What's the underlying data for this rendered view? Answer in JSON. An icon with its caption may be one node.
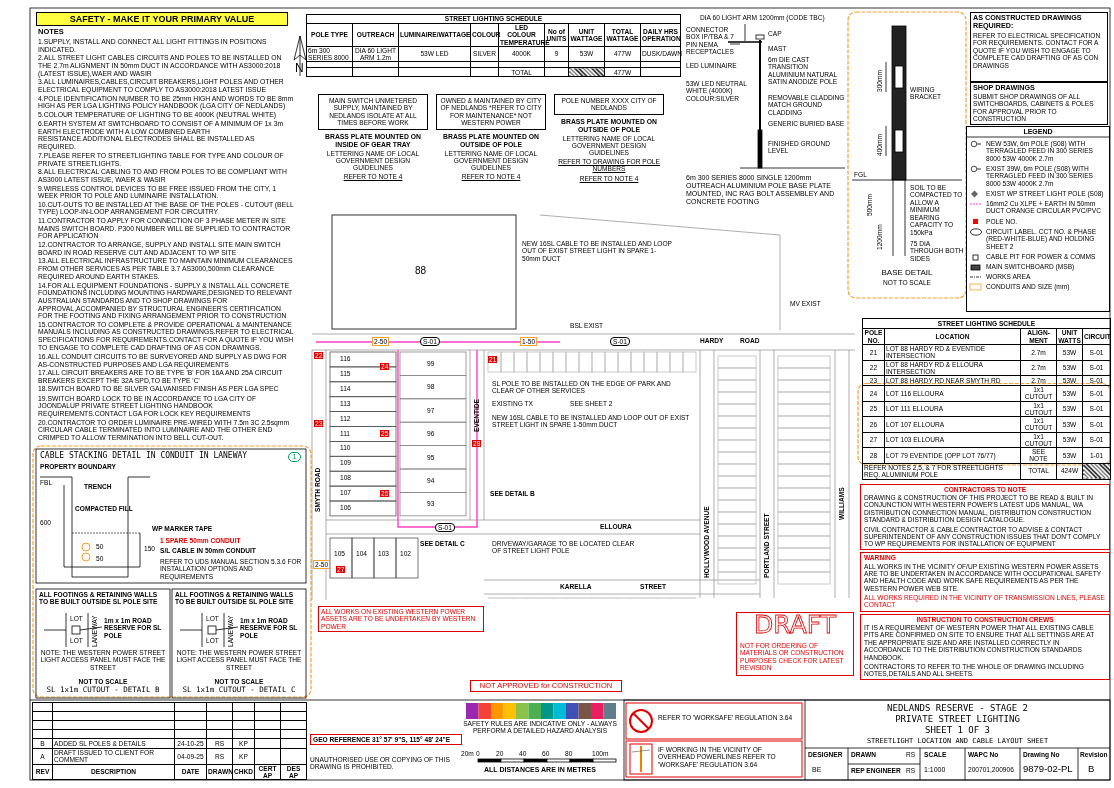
{
  "diagram": {
    "title": "NEDLANDS RESERVE - STAGE 2",
    "labels": [
      "SAFETY - MAKE IT YOUR PRIMARY VALUE",
      "NOTES",
      "1.SUPPLY, INSTALL AND CONNECT ALL LIGHT FITTINGS IN POSITIONS INDICATED.",
      "2.ALL STREET LIGHT CABLES CIRCUITS AND POLES TO BE INSTALLED ON THE 2.7m ALIGNMENT IN 50mm DUCT IN ACCORDANCE WITH AS3000:2018 (LATEST ISSUE),WAER AND WASIR",
      "3.ALL LUMINAIRES,CABLES,CIRCUIT BREAKERS,LIGHT POLES AND OTHER ELECTRICAL EQUIPMENT TO COMPLY TO AS3000:2018 LATEST ISSUE",
      "4.POLE IDENTIFICATION NUMBER TO BE 25mm HIGH AND WORDS TO BE 8mm HIGH AS PER LGA LIGHTING POLICY HANDBOOK (LGA CITY OF NEDLANDS)",
      "5.COLOUR TEMPERATURE OF LIGHTING TO BE 4000K (NEUTRAL WHITE)",
      "6.EARTH SYSTEM AT SWITCHBOARD TO CONSIST OF A MINIMUM OF 1x 3m EARTH ELECTRODE WITH A LOW COMBINED EARTH RESISTANCE.ADDITIONAL ELECTRODES SHALL BE INSTALLED AS REQUIRED.",
      "7.PLEASE REFER TO STREETLIGHTING TABLE FOR TYPE AND COLOUR OF PRIVATE STREETLIGHTS.",
      "8.ALL ELECTRICAL CABLING TO AND FROM POLES TO BE COMPLIANT WITH AS3000 LATEST ISSUE, WAER & WASIR",
      "9.WIRELESS CONTROL DEVICES TO BE FREE ISSUED FROM THE CITY, 1 WEEK PRIOR TO POLE AND LUMINAIRE INSTALLATION.",
      "10.CUT-OUTS TO BE INSTALLED AT THE BASE OF THE POLES - CUTOUT (BELL TYPE) LOOP-IN-LOOP ARRANGEMENT FOR CIRCUITRY",
      "11.CONTRACTOR TO APPLY FOR CONNECTION OF 3 PHASE METER IN SITE MAINS SWITCH BOARD. P300 NUMBER WILL BE SUPPLIED TO CONTRACTOR FOR APPLICATION",
      "12.CONTRACTOR TO ARRANGE, SUPPLY AND INSTALL SITE MAIN SWITCH BOARD IN ROAD RESERVE CUT AND ADJACENT TO WP SITE",
      "13.ALL ELECTRICAL INFRASTRUCTURE TO MAINTAIN MINIMUM CLEARANCES FROM OTHER SERVICES AS PER TABLE 3.7 AS3000,500mm CLEARANCE REQUIRED AROUND EARTH STAKES.",
      "14.FOR ALL EQUIPMENT FOUNDATIONS - SUPPLY & INSTALL ALL CONCRETE FOUNDATIONS INCLUDING MOUNTING HARDWARE,DESIGNED TO RELEVANT AUSTRALIAN STANDARDS AND TO SHOP DRAWINGS FOR APPROVAL,ACCOMPANIED BY STRUCTURAL ENGINEER'S CERTIFICATION FOR THE FOOTING AND FIXING ARRANGEMENT PRIOR TO CONSTRUCTION",
      "15.CONTRACTOR TO COMPLETE & PROVIDE OPERATIONAL & MAINTENANCE MANUALS INCLUDING AS CONSTRUCTED DRAWINGS.REFER TO ELECTRICAL SPECIFICATIONS FOR REQUIREMENTS.CONTACT FOR A QUOTE IF YOU WISH TO ENGAGE TO COMPLETE CAD DRAFTING OF AS CON DRAWINGS.",
      "16.ALL CONDUIT CIRCUITS TO BE SURVEYORED AND SUPPLY AS DWG FOR AS-CONSTRUCTED PURPOSES AND LGA REQUIREMENTS",
      "17.ALL CIRCUIT BREAKERS ARE TO BE TYPE 'B' FOR 16A AND 25A CIRCUIT BREAKERS EXCEPT THE 32A SPD,TO BE TYPE 'C'",
      "18.SWITCH BOARD TO BE SILVER GALVANISED FINISH AS PER LGA SPEC",
      "19.SWITCH BOARD LOCK TO BE IN ACCORDANCE TO LGA CITY OF JOONDALUP PRIVATE STREET LIGHTING HANDBOOK REQUIREMENTS.CONTACT LGA FOR LOCK KEY REQUIREMENTS",
      "20.CONTRACTOR TO ORDER LUMINAIRE PRE-WIRED WITH 7.5m 3C 2.5sqmm CIRCULAR CABLE TERMINATED INTO LUMINAIRE AND THE OTHER END CRIMPED TO ALLOW TERMINATION INTO BELL CUT-OUT.",
      "N",
      "STREET LIGHTING SCHEDULE",
      "POLE TYPE",
      "OUTREACH",
      "LUMINAIRE/WATTAGE",
      "COLOUR",
      "LED COLOUR TEMPERATURE",
      "No of UNITS",
      "UNIT WATTAGE",
      "TOTAL WATTAGE",
      "DAILY HRS OPERATION",
      "6m 300 SERIES 8000",
      "DIA 60 LIGHT ARM 1.2m",
      "53W LED",
      "SILVER",
      "4000K",
      "9",
      "53W",
      "477W",
      "DUSK/DAWN",
      "TOTAL",
      "477W",
      "MAIN SWITCH UNMETERED SUPPLY, MAINTAINED BY NEDLANDS ISOLATE AT ALL TIMES BEFORE WORK",
      "BRASS PLATE MOUNTED ON INSIDE OF GEAR TRAY",
      "LETTERING NAME OF LOCAL GOVERNMENT DESIGN GUIDELINES",
      "REFER TO NOTE 4",
      "OWNED & MAINTAINED BY CITY OF NEDLANDS *REFER TO CITY FOR MAINTENANCE* NOT WESTERN POWER",
      "BRASS PLATE MOUNTED ON OUTSIDE OF POLE",
      "LETTERING NAME OF LOCAL GOVERNMENT DESIGN GUIDELINES",
      "REFER TO NOTE 4",
      "POLE NUMBER XXXX CITY OF NEDLANDS",
      "BRASS PLATE MOUNTED ON OUTSIDE OF POLE",
      "LETTERING NAME OF LOCAL GOVERNMENT DESIGN GUIDELINES",
      "REFER TO DRAWING FOR POLE NUMBERS",
      "REFER TO NOTE 4",
      "DIA 60 LIGHT ARM 1200mm (CODE TBC)",
      "CONNECTOR BOX IP/TBA & 7 PIN NEMA RECEPTACLES",
      "CAP",
      "LED LUMINAIRE",
      "53W LED NEUTRAL WHITE (4000K) COLOUR:SILVER",
      "MAST",
      "6m DIE CAST TRANSITION ALUMINIUM NATURAL SATIN ANODIZE POLE",
      "REMOVABLE CLADDING MATCH GROUND CLADDING",
      "GENERIC BURIED BASE",
      "FINISHED GROUND LEVEL",
      "6m 300 SERIES 8000 SINGLE 1200mm OUTREACH ALUMINIUM POLE BASE PLATE MOUNTED, INC RAG BOLT ASSEMBLEY AND CONCRETE FOOTING",
      "300mm",
      "WIRING BRACKET",
      "400mm",
      "FGL",
      "500mm",
      "SOIL TO BE COMPACTED TO ALLOW A MINIMUM BEARING CAPACITY TO 150kPa",
      "1200mm",
      "75 DIA THROUGH BOTH SIDES",
      "BASE DETAIL",
      "NOT TO SCALE",
      "AS CONSTRUCTED DRAWINGS REQUIRED:",
      "REFER TO ELECTRICAL SPECIFICATION FOR REQUIREMENTS. CONTACT FOR A QUOTE IF YOU WISH TO ENGAGE TO COMPLETE CAD DRAFTING OF AS CON DRAWINGS",
      "SHOP DRAWINGS",
      "SUBMIT SHOP DRAWINGS OF ALL SWITCHBOARDS, CABINETS & POLES FOR APPROVAL PRIOR TO CONSTRUCTION",
      "LEGEND",
      "STREET LIGHTING SCHEDULE",
      "POLE NO.",
      "LOCATION",
      "ALIGN-MENT",
      "UNIT WATTS",
      "CIRCUIT",
      "21",
      "LOT 88 HARDY RD & EVENTIDE INTERSECTION",
      "2.7m",
      "53W",
      "S-01",
      "22",
      "LOT 88 HARDY RD & ELLOURA INTERSECTION",
      "2.7m",
      "53W",
      "S-01",
      "23",
      "LOT 88 HARDY RD NEAR SMYTH RD",
      "2.7m",
      "53W",
      "S-01",
      "24",
      "LOT 116 ELLOURA",
      "1x1 CUTOUT",
      "53W",
      "S-01",
      "25",
      "LOT 111 ELLOURA",
      "1x1 CUTOUT",
      "53W",
      "S-01",
      "26",
      "LOT 107 ELLOURA",
      "1x1 CUTOUT",
      "53W",
      "S-01",
      "27",
      "LOT 103 ELLOURA",
      "1x1 CUTOUT",
      "53W",
      "S-01",
      "28",
      "LOT 79 EVENTIDE (OPP LOT 76/77)",
      "SEE NOTE",
      "53W",
      "1-01",
      "REFER NOTES 2,5, & 7 FOR STREETLIGHTS REQ. ALUMINIUM POLE",
      "TOTAL",
      "424W",
      "CONTRACTORS TO NOTE",
      "DRAWING & CONSTRUCTION OF THIS PROJECT TO BE READ & BUILT IN CONJUNCTION WITH WESTERN POWER'S LATEST UDS MANUAL, WA DISTRIBUTION CONNECTION MANUAL, DISTRIBUTION CONSTRUCTION STANDARD & DISTRIBUTION DESIGN CATALOGUE.",
      "CIVIL CONTRACTOR & CABLE CONTRACTOR TO ADVISE & CONTACT SUPERINTENDENT OF ANY CONSTRUCTION ISSUES THAT DON'T COMPLY TO WP REQUIREMENTS FOR INSTALLATION OF EQUIPMENT",
      "WARNING",
      "ALL WORKS IN THE VICINITY OF/UP EXISTING WESTERN POWER ASSETS ARE TO BE UNDERTAKEN IN ACCORDANCE WITH OCCUPATIONAL SAFETY AND HEALTH CODE AND WORK SAFE REQUIREMENTS AS PER THE WESTERN POWER WEB SITE.",
      "ALL WORKS REQUIRED IN THE VICINITY OF TRANSMISSION LINES, PLEASE CONTACT",
      "INSTRUCTION TO CONSTRUCTION CREWS",
      "IT IS A REQUIREMENT OF WESTERN POWER THAT ALL EXISTING CABLE PITS ARE CONFIRMED ON SITE TO ENSURE THAT ALL SETTINGS ARE AT THE APPROPRIATE SIZE AND ARE INSTALLED CORRECTLY IN ACCORDANCE TO THE DISTRIBUTION CONSTRUCTION STANDARDS HANDBOOK.",
      "CONTRACTORS TO REFER TO THE WHOLE OF DRAWING INCLUDING NOTES,DETAILS AND ALL SHEETS.",
      "DRAFT",
      "NOT FOR ORDERING OF MATERIALS OR CONSTRUCTION PURPOSES CHECK FOR LATEST REVISION",
      "NOT APPROVED for CONSTRUCTION",
      "ALL WORKS ON EXISTING WESTERN POWER ASSETS ARE TO BE UNDERTAKEN BY WESTERN POWER",
      "PRIVATE STREET LIGHTING",
      "SHEET 1 OF 3",
      "STREETLIGHT LOCATION AND CABLE LAYOUT SHEET",
      "DESIGNER",
      "BE",
      "DRAWN",
      "RS",
      "REP ENGINEER",
      "RS",
      "SCALE",
      "1:1000",
      "WAPC No",
      "200701,200906",
      "Drawing No",
      "9879-02-PL",
      "Revision",
      "B",
      "B",
      "ADDED SL POLES & DETAILS",
      "24-10-25",
      "RS",
      "KP",
      "A",
      "DRAFT ISSUED TO CLIENT FOR COMMENT",
      "04-09-25",
      "RS",
      "KP",
      "REV",
      "DESCRIPTION",
      "DATE",
      "DRAWN",
      "CHKD",
      "CERT AP",
      "DES AP",
      "GEO REFERENCE 31° 57' 9\"S, 115° 48' 24\"E",
      "UNAUTHORISED USE OR COPYING OF THIS DRAWING IS PROHIBITED.",
      "20m",
      "0",
      "20",
      "40",
      "60",
      "80",
      "100m",
      "ALL DISTANCES ARE IN METRES",
      "SAFETY RULES ARE INDICATIVE ONLY - ALWAYS PERFORM A DETAILED HAZARD ANALYSIS",
      "REFER TO 'WORKSAFE' REGULATION 3.64",
      "IF WORKING IN THE VICINITY OF OVERHEAD POWERLINES REFER TO 'WORKSAFE' REGULATION 3.64",
      "CABLE STACKING DETAIL IN CONDUIT IN LANEWAY",
      "1",
      "PROPERTY BOUNDARY",
      "FBL",
      "TRENCH",
      "COMPACTED FILL",
      "600",
      "WP MARKER TAPE",
      "150",
      "50",
      "1 SPARE 50mm CONDUIT",
      "S/L CABLE IN 50mm CONDUIT",
      "50",
      "REFER TO UDS MANUAL SECTION 5.3.6 FOR INSTALLATION OPTIONS AND REQUIREMENTS",
      "ALL FOOTINGS & RETAINING WALLS TO BE BUILT OUTSIDE SL POLE SITE",
      "LOT",
      "LANEWAY",
      "1m x 1m ROAD RESERVE FOR SL POLE",
      "LOT",
      "NOTE: THE WESTERN POWER STREET LIGHT ACCESS PANEL MUST FACE THE STREET",
      "NOT TO SCALE",
      "SL 1x1m CUTOUT - DETAIL B",
      "ALL FOOTINGS & RETAINING WALLS TO BE BUILT OUTSIDE SL POLE SITE",
      "LOT",
      "LANEWAY",
      "1m x 1m ROAD RESERVE FOR SL POLE",
      "LOT",
      "NOTE: THE WESTERN POWER STREET LIGHT ACCESS PANEL MUST FACE THE STREET",
      "NOT TO SCALE",
      "SL 1x1m CUTOUT - DETAIL C",
      "SMYTH ROAD",
      "HARDY",
      "ROAD",
      "EVENTIDE",
      "ELLOURA",
      "KARELLA",
      "STREET",
      "HOLLYWOOD AVENUE",
      "PORTLAND STREET",
      "WILLIAMS",
      "NEW 16SL CABLE TO BE INSTALLED AND LOOP OUT OF EXIST STREET LIGHT IN SPARE 1-50mm DUCT",
      "SL POLE TO BE INSTALLED ON THE EDGE OF PARK AND CLEAR OF OTHER SERVICES",
      "EXISTING TX",
      "SEE SHEET 2",
      "NEW 16SL CABLE TO BE INSTALLED AND LOOP OUT OF EXIST STREET LIGHT IN SPARE 1-50mm DUCT",
      "DRIVEWAY/GARAGE TO BE LOCATED CLEAR OF STREET LIGHT POLE",
      "SEE DETAIL B",
      "SEE DETAIL C",
      "MV EXIST",
      "BSL EXIST",
      "88",
      "21",
      "22",
      "23",
      "24",
      "25",
      "26",
      "27",
      "28",
      "S-01",
      "S-01",
      "S-01",
      "2-50",
      "1-50",
      "2-50",
      "116",
      "115",
      "114",
      "113",
      "112",
      "111",
      "110",
      "109",
      "108",
      "107",
      "106",
      "105",
      "104",
      "103",
      "102",
      "99",
      "98",
      "97",
      "96",
      "95",
      "94",
      "93"
    ],
    "legend": [
      {
        "text": "NEW 53W, 6m POLE (S08) WITH TERRAGLED FEED IN 300 SERIES 8000 53W 4000K 2.7m"
      },
      {
        "text": "EXIST 39W, 6m POLE (S08) WITH TERRAGLED FEED IN 300 SERIES 8000 53W 4000K 2.7m"
      },
      {
        "text": "EXIST WP STREET LIGHT POLE (S08)"
      },
      {
        "text": "16mm2 Cu XLPE + EARTH IN 50mm DUCT ORANGE CIRCULAR PVC/PVC"
      },
      {
        "text": "POLE NO.",
        "color": "#ff0000"
      },
      {
        "text": "CIRCUIT LABEL. CCT NO. & PHASE (RED-WHITE-BLUE) AND HOLDING SHEET 2"
      },
      {
        "text": "CABLE PIT FOR POWER & COMMS"
      },
      {
        "text": "MAIN SWITCHBOARD (MSB)"
      },
      {
        "text": "WORKS AREA"
      },
      {
        "text": "CONDUITS AND SIZE (mm)"
      }
    ]
  }
}
